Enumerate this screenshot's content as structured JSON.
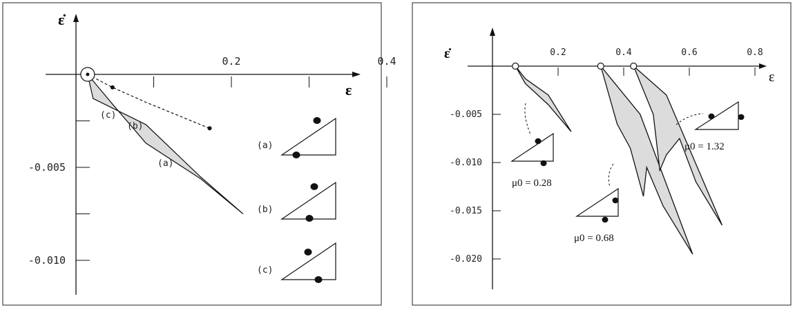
{
  "chart_data": [
    {
      "type": "line",
      "xlabel": "ε",
      "ylabel": "ε̇",
      "xlim": [
        -0.05,
        0.45
      ],
      "ylim": [
        -0.0118,
        0.0045
      ],
      "x_ticks": [
        {
          "value": 0.2,
          "label": "0.2"
        },
        {
          "value": 0.4,
          "label": "0.4"
        }
      ],
      "y_ticks": [
        {
          "value": -0.0025,
          "label": ""
        },
        {
          "value": -0.005,
          "label": "-0.005"
        },
        {
          "value": -0.0075,
          "label": ""
        },
        {
          "value": -0.01,
          "label": "-0.010"
        }
      ],
      "band": [
        [
          0.015,
          0.0
        ],
        [
          0.022,
          -0.0013
        ],
        [
          0.09,
          -0.0027
        ],
        [
          0.16,
          -0.0055
        ],
        [
          0.215,
          -0.0075
        ],
        [
          0.16,
          -0.0056
        ],
        [
          0.09,
          -0.0037
        ],
        [
          0.047,
          -0.0016
        ],
        [
          0.015,
          0.0
        ]
      ],
      "dashed": [
        [
          0.015,
          0.0
        ],
        [
          0.047,
          -0.0007
        ],
        [
          0.09,
          -0.0015
        ],
        [
          0.172,
          -0.0029
        ]
      ],
      "markers": [
        {
          "label": "(a)",
          "x": 0.172,
          "y": -0.0029
        },
        {
          "label": "(b)",
          "x": 0.047,
          "y": -0.0007
        },
        {
          "label": "(c)",
          "x": 0.015,
          "y": 0.0
        }
      ],
      "insets": [
        "(a)",
        "(b)",
        "(c)"
      ]
    },
    {
      "type": "line",
      "xlabel": "ε",
      "ylabel": "ε̇",
      "xlim": [
        -0.05,
        0.98
      ],
      "ylim": [
        -0.0228,
        0.0025
      ],
      "x_ticks": [
        {
          "value": 0.2,
          "label": "0.2"
        },
        {
          "value": 0.4,
          "label": "0.4"
        },
        {
          "value": 0.6,
          "label": "0.6"
        },
        {
          "value": 0.8,
          "label": "0.8"
        }
      ],
      "y_ticks": [
        {
          "value": -0.005,
          "label": "-0.005"
        },
        {
          "value": -0.01,
          "label": "-0.010"
        },
        {
          "value": -0.015,
          "label": "-0.015"
        },
        {
          "value": -0.02,
          "label": "-0.020"
        }
      ],
      "curves": [
        {
          "label": "μ0 = 0.28",
          "start": 0.07,
          "band": [
            [
              0.07,
              0.0
            ],
            [
              0.1,
              -0.0013
            ],
            [
              0.17,
              -0.003
            ],
            [
              0.24,
              -0.0068
            ],
            [
              0.17,
              -0.004
            ],
            [
              0.1,
              -0.0018
            ],
            [
              0.07,
              0.0
            ]
          ]
        },
        {
          "label": "μ0 = 0.68",
          "start": 0.33,
          "band": [
            [
              0.33,
              0.0
            ],
            [
              0.45,
              -0.005
            ],
            [
              0.61,
              -0.0195
            ],
            [
              0.52,
              -0.0145
            ],
            [
              0.47,
              -0.0105
            ],
            [
              0.46,
              -0.0135
            ],
            [
              0.42,
              -0.0085
            ],
            [
              0.38,
              -0.006
            ],
            [
              0.33,
              0.0
            ]
          ]
        },
        {
          "label": "μ0 = 1.32",
          "start": 0.43,
          "band": [
            [
              0.43,
              0.0
            ],
            [
              0.53,
              -0.003
            ],
            [
              0.7,
              -0.0165
            ],
            [
              0.62,
              -0.012
            ],
            [
              0.57,
              -0.0075
            ],
            [
              0.53,
              -0.0092
            ],
            [
              0.51,
              -0.0108
            ],
            [
              0.49,
              -0.005
            ],
            [
              0.43,
              0.0
            ]
          ]
        }
      ]
    }
  ]
}
